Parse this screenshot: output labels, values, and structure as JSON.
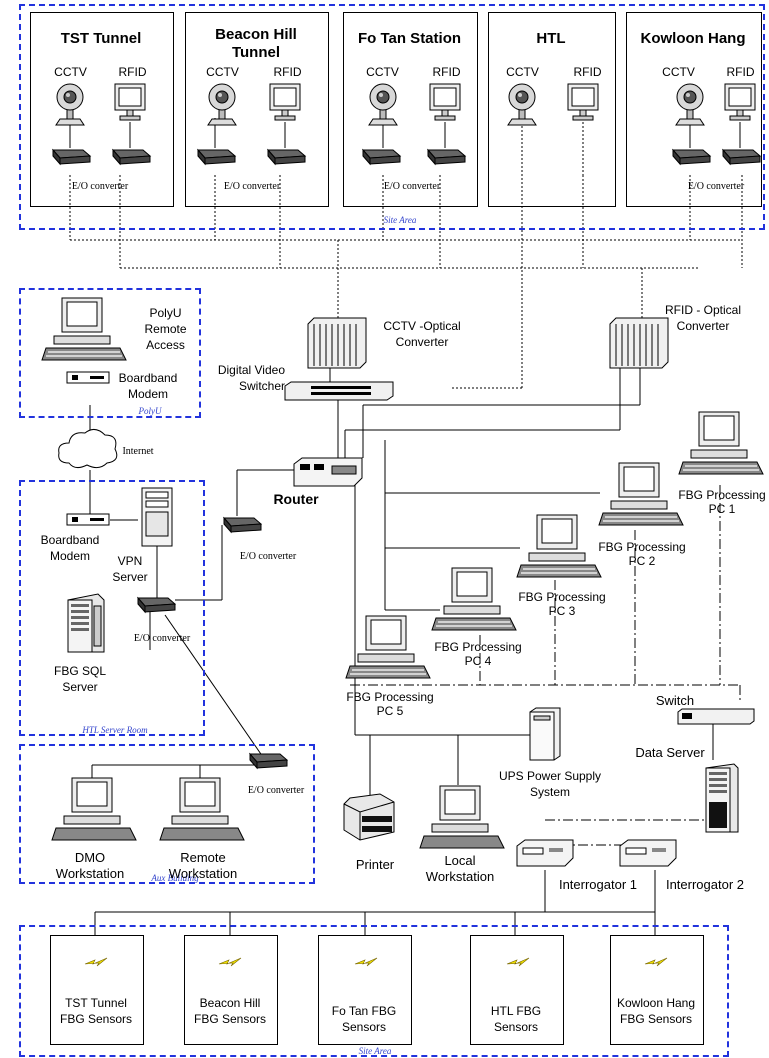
{
  "site_area_top": {
    "area_label": "Site Area",
    "sites": [
      {
        "name": "TST Tunnel",
        "cctv": "CCTV",
        "rfid": "RFID",
        "converter": "E/O converter"
      },
      {
        "name": "Beacon Hill Tunnel",
        "cctv": "CCTV",
        "rfid": "RFID",
        "converter": "E/O converter"
      },
      {
        "name": "Fo Tan Station",
        "cctv": "CCTV",
        "rfid": "RFID",
        "converter": "E/O converter"
      },
      {
        "name": "HTL",
        "cctv": "CCTV",
        "rfid": "RFID",
        "converter": ""
      },
      {
        "name": "Kowloon Hang",
        "cctv": "CCTV",
        "rfid": "RFID",
        "converter": "E/O converter"
      }
    ]
  },
  "polyu": {
    "area_label": "PolyU",
    "remote_access": "PolyU Remote Access",
    "modem": "Boardband Modem"
  },
  "internet": "Internet",
  "server_room": {
    "area_label": "HTL Server Room",
    "modem": "Boardband Modem",
    "vpn": "VPN Server",
    "sql": "FBG SQL Server",
    "converter": "E/O converter"
  },
  "core": {
    "cctv_converter": "CCTV -Optical Converter",
    "rfid_converter": "RFID - Optical Converter",
    "video_switcher": "Digital Video Switcher",
    "router": "Router",
    "router_converter": "E/O converter"
  },
  "processing": [
    "FBG Processing PC 1",
    "FBG Processing PC 2",
    "FBG Processing PC 3",
    "FBG Processing PC 4",
    "FBG Processing PC 5"
  ],
  "switch": "Switch",
  "data_server": "Data Server",
  "ups": "UPS Power Supply System",
  "printer": "Printer",
  "local_ws": "Local Workstation",
  "aux": {
    "area_label": "Aux Building",
    "converter": "E/O converter",
    "dmo": "DMO Workstation",
    "remote": "Remote Workstation"
  },
  "interrogators": [
    "Interrogator 1",
    "Interrogator 2"
  ],
  "site_area_bottom": {
    "area_label": "Site Area",
    "sensors": [
      "TST Tunnel FBG Sensors",
      "Beacon Hill FBG Sensors",
      "Fo Tan FBG Sensors",
      "HTL FBG Sensors",
      "Kowloon Hang FBG Sensors"
    ]
  },
  "colors": {
    "area_border": "#2233dd",
    "lightning": "#f2e200"
  }
}
